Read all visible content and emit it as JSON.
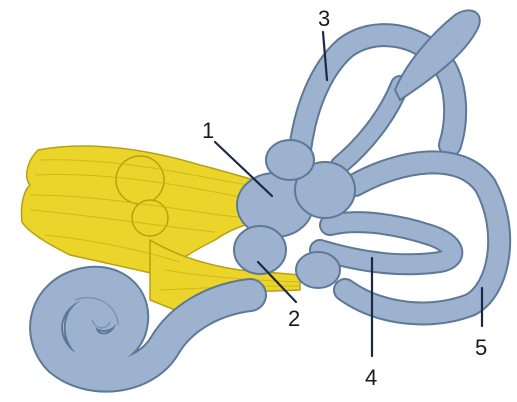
{
  "labels": [
    "1",
    "2",
    "3",
    "4",
    "5"
  ],
  "colors": {
    "labyrinth": "#9cb2cf",
    "labyrinth_outline": "#5e7898",
    "nerve": "#ecd52a",
    "nerve_outline": "#b8a012",
    "leader": "#1b2a44",
    "background": "#ffffff"
  }
}
